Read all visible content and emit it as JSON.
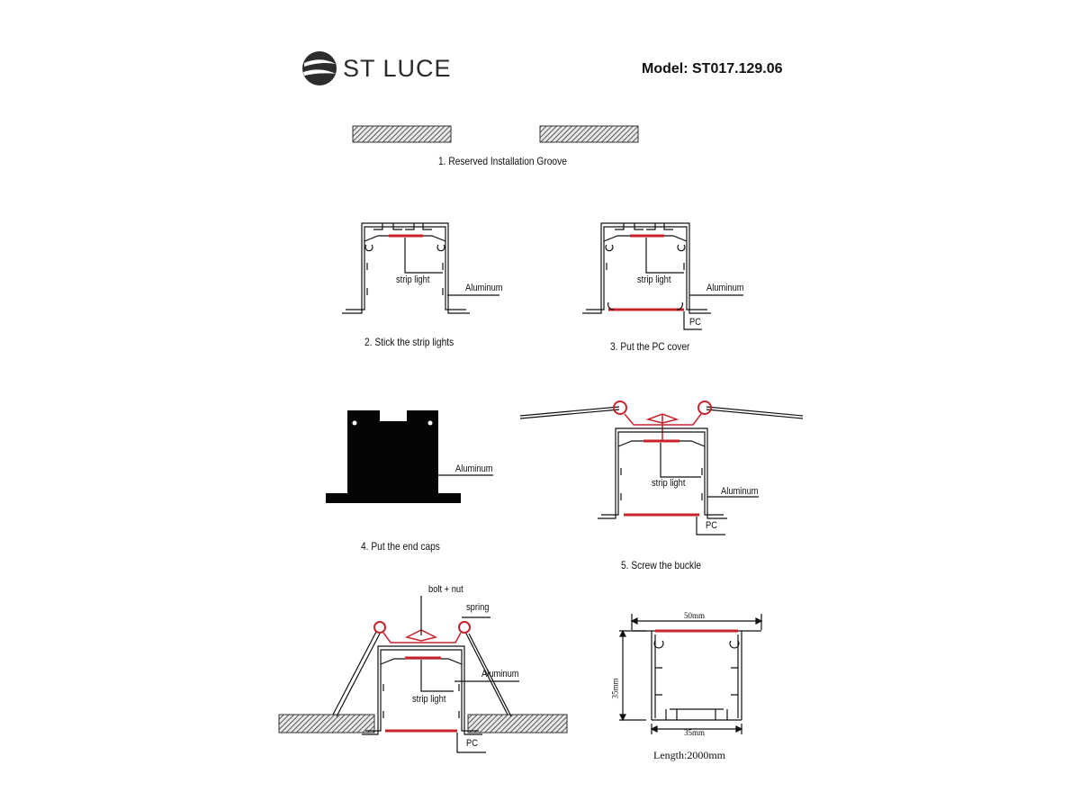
{
  "header": {
    "brand": "ST LUCE",
    "model": "Model: ST017.129.06"
  },
  "steps": [
    {
      "caption": "1.  Reserved Installation Groove"
    },
    {
      "caption": "2.  Stick the strip lights"
    },
    {
      "caption": "3.  Put the PC cover"
    },
    {
      "caption": "4.  Put the end caps"
    },
    {
      "caption": "5.  Screw the buckle"
    }
  ],
  "labels": {
    "strip_light": "strip light",
    "aluminum": "Aluminum",
    "pc": "PC",
    "bolt_nut": "bolt + nut",
    "spring": "spring"
  },
  "dimensions": {
    "width_top": "50mm",
    "height": "35mm",
    "width_bottom": "35mm",
    "length": "Length:2000mm"
  },
  "colors": {
    "line": "#111111",
    "accent_red": "#c8232c",
    "hatch": "#333333",
    "end_cap": "#050505"
  }
}
